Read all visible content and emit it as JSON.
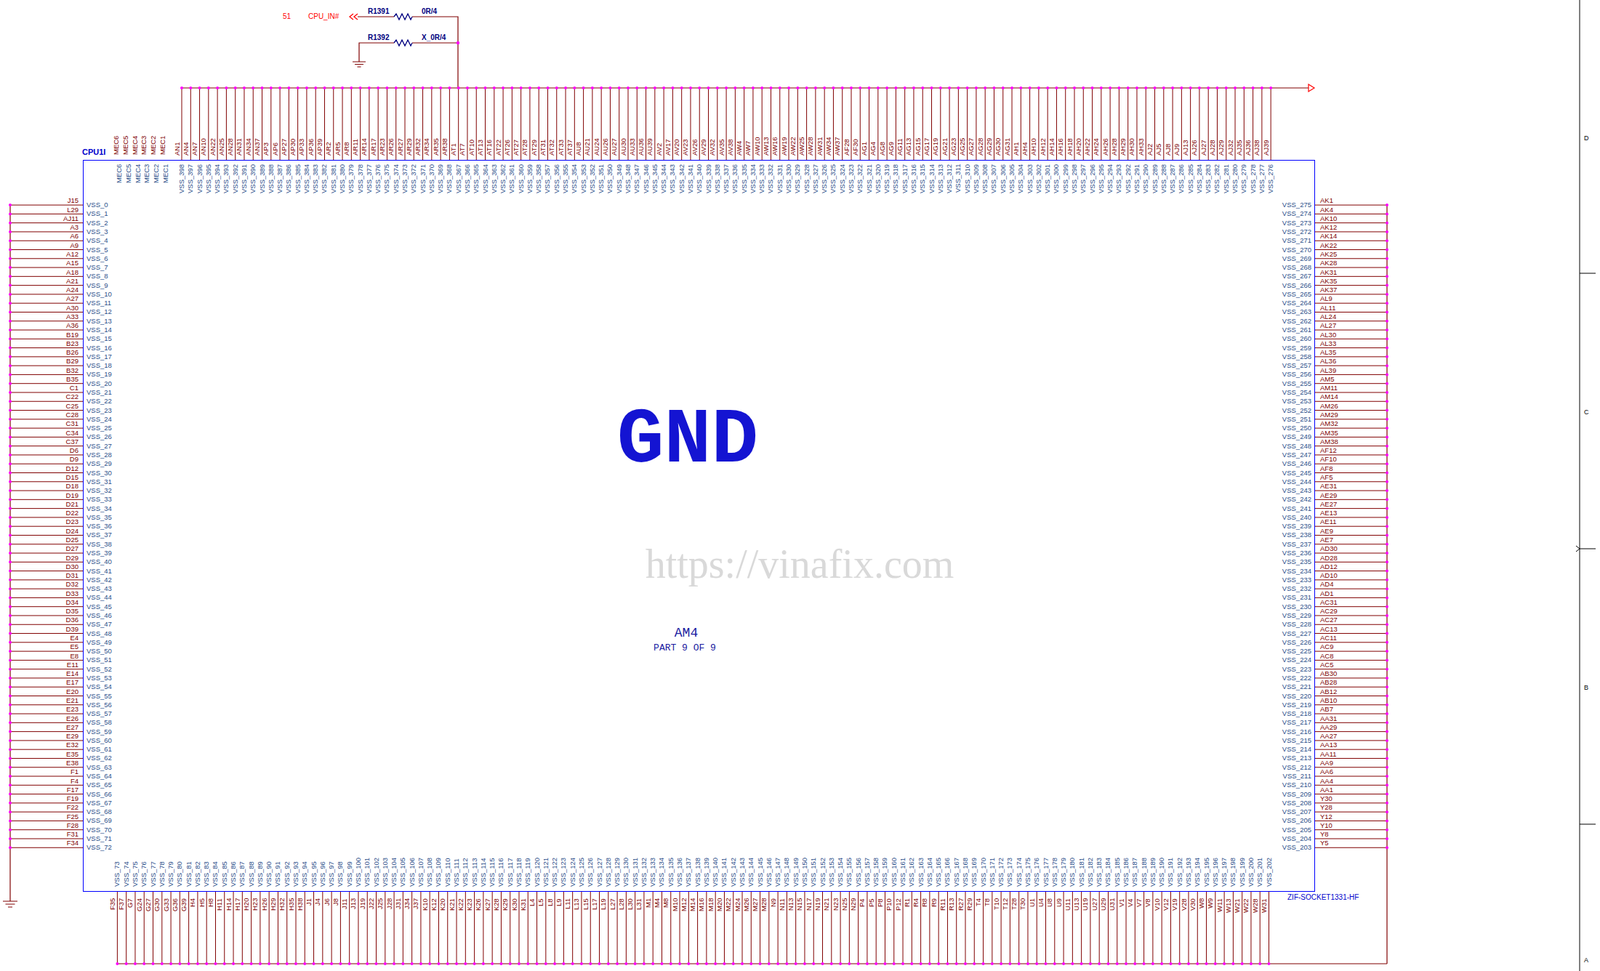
{
  "diagram": {
    "nodes": [
      {
        "text": [
          "CPU1I",
          "GND",
          "AM4",
          "PART 9 OF 9"
        ]
      }
    ],
    "labels": [
      "51",
      "CPU_IN#",
      "R1391",
      "0R/4",
      "R1392",
      "X_0R/4",
      "https://vinafix.com",
      "ZIF-SOCKET1331-HF",
      "D",
      "C",
      "B",
      "A",
      "MEC6",
      "MEC5",
      "MEC4",
      "MEC3",
      "MEC2",
      "MEC1",
      "AN1",
      "AN4",
      "AN7",
      "AN10",
      "AN22",
      "AN25",
      "AN28",
      "AN31",
      "AN34",
      "AN37",
      "AP3",
      "AP6",
      "AP27",
      "AP30",
      "AP33",
      "AP36",
      "AP39",
      "AR2",
      "AR5",
      "AR8",
      "AR11",
      "AR14",
      "AR17",
      "AR23",
      "AR26",
      "AR27",
      "AR29",
      "AR32",
      "AR34",
      "AR35",
      "AR38",
      "AT1",
      "AT7",
      "AT10",
      "AT13",
      "AT16",
      "AT22",
      "AT26",
      "AT27",
      "AT28",
      "AT29",
      "AT31",
      "AT32",
      "AT33",
      "AT37",
      "AU8",
      "AU21",
      "AU24",
      "AU26",
      "AU27",
      "AU30",
      "AU33",
      "AU36",
      "AU39",
      "AV2",
      "AV17",
      "AV20",
      "AV23",
      "AV26",
      "AV29",
      "AV32",
      "AV35",
      "AV38",
      "AW4",
      "AW7",
      "AW10",
      "AW13",
      "AW16",
      "AW19",
      "AW22",
      "AW25",
      "AW28",
      "AW31",
      "AW34",
      "AW37",
      "AF28",
      "AF30",
      "AG1",
      "AG4",
      "AG8",
      "AG9",
      "AG11",
      "AG13",
      "AG15",
      "AG17",
      "AG19",
      "AG21",
      "AG23",
      "AG25",
      "AG27",
      "AG28",
      "AG29",
      "AG30",
      "AG31",
      "AH1",
      "AH4",
      "AH10",
      "AH12",
      "AH14",
      "AH16",
      "AH18",
      "AH20",
      "AH22",
      "AH24",
      "AH26",
      "AH28",
      "AH29",
      "AH30",
      "AH33",
      "AJ2",
      "AJ5",
      "AJ8",
      "AJ9",
      "AJ13",
      "AJ26",
      "AJ27",
      "AJ28",
      "AJ29",
      "AJ32",
      "AJ35",
      "AJ36",
      "AJ38",
      "AJ39",
      "MEC6",
      "MEC5",
      "MEC4",
      "MEC3",
      "MEC2",
      "MEC1",
      "VSS_398",
      "VSS_397",
      "VSS_396",
      "VSS_395",
      "VSS_394",
      "VSS_393",
      "VSS_392",
      "VSS_391",
      "VSS_390",
      "VSS_389",
      "VSS_388",
      "VSS_387",
      "VSS_386",
      "VSS_385",
      "VSS_384",
      "VSS_383",
      "VSS_382",
      "VSS_381",
      "VSS_380",
      "VSS_379",
      "VSS_378",
      "VSS_377",
      "VSS_376",
      "VSS_375",
      "VSS_374",
      "VSS_373",
      "VSS_372",
      "VSS_371",
      "VSS_370",
      "VSS_369",
      "VSS_368",
      "VSS_367",
      "VSS_366",
      "VSS_365",
      "VSS_364",
      "VSS_363",
      "VSS_362",
      "VSS_361",
      "VSS_360",
      "VSS_359",
      "VSS_358",
      "VSS_357",
      "VSS_356",
      "VSS_355",
      "VSS_354",
      "VSS_353",
      "VSS_352",
      "VSS_351",
      "VSS_350",
      "VSS_349",
      "VSS_348",
      "VSS_347",
      "VSS_346",
      "VSS_345",
      "VSS_344",
      "VSS_343",
      "VSS_342",
      "VSS_341",
      "VSS_340",
      "VSS_339",
      "VSS_338",
      "VSS_337",
      "VSS_336",
      "VSS_335",
      "VSS_334",
      "VSS_333",
      "VSS_332",
      "VSS_331",
      "VSS_330",
      "VSS_329",
      "VSS_328",
      "VSS_327",
      "VSS_326",
      "VSS_325",
      "VSS_324",
      "VSS_323",
      "VSS_322",
      "VSS_321",
      "VSS_320",
      "VSS_319",
      "VSS_318",
      "VSS_317",
      "VSS_316",
      "VSS_315",
      "VSS_314",
      "VSS_313",
      "VSS_312",
      "VSS_311",
      "VSS_310",
      "VSS_309",
      "VSS_308",
      "VSS_307",
      "VSS_306",
      "VSS_305",
      "VSS_304",
      "VSS_303",
      "VSS_302",
      "VSS_301",
      "VSS_300",
      "VSS_299",
      "VSS_298",
      "VSS_297",
      "VSS_296",
      "VSS_295",
      "VSS_294",
      "VSS_293",
      "VSS_292",
      "VSS_291",
      "VSS_290",
      "VSS_289",
      "VSS_288",
      "VSS_287",
      "VSS_286",
      "VSS_285",
      "VSS_284",
      "VSS_283",
      "VSS_282",
      "VSS_281",
      "VSS_280",
      "VSS_279",
      "VSS_278",
      "VSS_277",
      "VSS_276",
      "J15",
      "L29",
      "AJ11",
      "A3",
      "A6",
      "A9",
      "A12",
      "A15",
      "A18",
      "A21",
      "A24",
      "A27",
      "A30",
      "A33",
      "A36",
      "B19",
      "B23",
      "B26",
      "B29",
      "B32",
      "B35",
      "C1",
      "C22",
      "C25",
      "C28",
      "C31",
      "C34",
      "C37",
      "D6",
      "D9",
      "D12",
      "D15",
      "D18",
      "D19",
      "D21",
      "D22",
      "D23",
      "D24",
      "D25",
      "D27",
      "D29",
      "D30",
      "D31",
      "D32",
      "D33",
      "D34",
      "D35",
      "D36",
      "D39",
      "E4",
      "E5",
      "E8",
      "E11",
      "E14",
      "E17",
      "E20",
      "E21",
      "E23",
      "E26",
      "E27",
      "E29",
      "E32",
      "E35",
      "E38",
      "F1",
      "F4",
      "F17",
      "F19",
      "F22",
      "F25",
      "F28",
      "F31",
      "F34",
      "VSS_0",
      "VSS_1",
      "VSS_2",
      "VSS_3",
      "VSS_4",
      "VSS_5",
      "VSS_6",
      "VSS_7",
      "VSS_8",
      "VSS_9",
      "VSS_10",
      "VSS_11",
      "VSS_12",
      "VSS_13",
      "VSS_14",
      "VSS_15",
      "VSS_16",
      "VSS_17",
      "VSS_18",
      "VSS_19",
      "VSS_20",
      "VSS_21",
      "VSS_22",
      "VSS_23",
      "VSS_24",
      "VSS_25",
      "VSS_26",
      "VSS_27",
      "VSS_28",
      "VSS_29",
      "VSS_30",
      "VSS_31",
      "VSS_32",
      "VSS_33",
      "VSS_34",
      "VSS_35",
      "VSS_36",
      "VSS_37",
      "VSS_38",
      "VSS_39",
      "VSS_40",
      "VSS_41",
      "VSS_42",
      "VSS_43",
      "VSS_44",
      "VSS_45",
      "VSS_46",
      "VSS_47",
      "VSS_48",
      "VSS_49",
      "VSS_50",
      "VSS_51",
      "VSS_52",
      "VSS_53",
      "VSS_54",
      "VSS_55",
      "VSS_56",
      "VSS_57",
      "VSS_58",
      "VSS_59",
      "VSS_60",
      "VSS_61",
      "VSS_62",
      "VSS_63",
      "VSS_64",
      "VSS_65",
      "VSS_66",
      "VSS_67",
      "VSS_68",
      "VSS_69",
      "VSS_70",
      "VSS_71",
      "VSS_72",
      "AK1",
      "AK4",
      "AK10",
      "AK12",
      "AK14",
      "AK22",
      "AK25",
      "AK28",
      "AK31",
      "AK35",
      "AK37",
      "AL9",
      "AL11",
      "AL24",
      "AL27",
      "AL30",
      "AL33",
      "AL35",
      "AL36",
      "AL39",
      "AM5",
      "AM11",
      "AM14",
      "AM26",
      "AM29",
      "AM32",
      "AM35",
      "AM38",
      "AF12",
      "AF10",
      "AF8",
      "AF5",
      "AE31",
      "AE29",
      "AE27",
      "AE13",
      "AE11",
      "AE9",
      "AE7",
      "AD30",
      "AD28",
      "AD12",
      "AD10",
      "AD4",
      "AD1",
      "AC31",
      "AC29",
      "AC27",
      "AC13",
      "AC11",
      "AC9",
      "AC8",
      "AC5",
      "AB30",
      "AB28",
      "AB12",
      "AB10",
      "AB7",
      "AA31",
      "AA29",
      "AA27",
      "AA13",
      "AA11",
      "AA9",
      "AA6",
      "AA4",
      "AA1",
      "Y30",
      "Y28",
      "Y12",
      "Y10",
      "Y8",
      "Y5",
      "VSS_275",
      "VSS_274",
      "VSS_273",
      "VSS_272",
      "VSS_271",
      "VSS_270",
      "VSS_269",
      "VSS_268",
      "VSS_267",
      "VSS_266",
      "VSS_265",
      "VSS_264",
      "VSS_263",
      "VSS_262",
      "VSS_261",
      "VSS_260",
      "VSS_259",
      "VSS_258",
      "VSS_257",
      "VSS_256",
      "VSS_255",
      "VSS_254",
      "VSS_253",
      "VSS_252",
      "VSS_251",
      "VSS_250",
      "VSS_249",
      "VSS_248",
      "VSS_247",
      "VSS_246",
      "VSS_245",
      "VSS_244",
      "VSS_243",
      "VSS_242",
      "VSS_241",
      "VSS_240",
      "VSS_239",
      "VSS_238",
      "VSS_237",
      "VSS_236",
      "VSS_235",
      "VSS_234",
      "VSS_233",
      "VSS_232",
      "VSS_231",
      "VSS_230",
      "VSS_229",
      "VSS_228",
      "VSS_227",
      "VSS_226",
      "VSS_225",
      "VSS_224",
      "VSS_223",
      "VSS_222",
      "VSS_221",
      "VSS_220",
      "VSS_219",
      "VSS_218",
      "VSS_217",
      "VSS_216",
      "VSS_215",
      "VSS_214",
      "VSS_213",
      "VSS_212",
      "VSS_211",
      "VSS_210",
      "VSS_209",
      "VSS_208",
      "VSS_207",
      "VSS_206",
      "VSS_205",
      "VSS_204",
      "VSS_203",
      "VSS_73",
      "VSS_74",
      "VSS_75",
      "VSS_76",
      "VSS_77",
      "VSS_78",
      "VSS_79",
      "VSS_80",
      "VSS_81",
      "VSS_82",
      "VSS_83",
      "VSS_84",
      "VSS_85",
      "VSS_86",
      "VSS_87",
      "VSS_88",
      "VSS_89",
      "VSS_90",
      "VSS_91",
      "VSS_92",
      "VSS_93",
      "VSS_94",
      "VSS_95",
      "VSS_96",
      "VSS_97",
      "VSS_98",
      "VSS_99",
      "VSS_100",
      "VSS_101",
      "VSS_102",
      "VSS_103",
      "VSS_104",
      "VSS_105",
      "VSS_106",
      "VSS_107",
      "VSS_108",
      "VSS_109",
      "VSS_110",
      "VSS_111",
      "VSS_112",
      "VSS_113",
      "VSS_114",
      "VSS_115",
      "VSS_116",
      "VSS_117",
      "VSS_118",
      "VSS_119",
      "VSS_120",
      "VSS_121",
      "VSS_122",
      "VSS_123",
      "VSS_124",
      "VSS_125",
      "VSS_126",
      "VSS_127",
      "VSS_128",
      "VSS_129",
      "VSS_130",
      "VSS_131",
      "VSS_132",
      "VSS_133",
      "VSS_134",
      "VSS_135",
      "VSS_136",
      "VSS_137",
      "VSS_138",
      "VSS_139",
      "VSS_140",
      "VSS_141",
      "VSS_142",
      "VSS_143",
      "VSS_144",
      "VSS_145",
      "VSS_146",
      "VSS_147",
      "VSS_148",
      "VSS_149",
      "VSS_150",
      "VSS_151",
      "VSS_152",
      "VSS_153",
      "VSS_154",
      "VSS_155",
      "VSS_156",
      "VSS_157",
      "VSS_158",
      "VSS_159",
      "VSS_160",
      "VSS_161",
      "VSS_162",
      "VSS_163",
      "VSS_164",
      "VSS_165",
      "VSS_166",
      "VSS_167",
      "VSS_168",
      "VSS_169",
      "VSS_170",
      "VSS_171",
      "VSS_172",
      "VSS_173",
      "VSS_174",
      "VSS_175",
      "VSS_176",
      "VSS_177",
      "VSS_178",
      "VSS_179",
      "VSS_180",
      "VSS_181",
      "VSS_182",
      "VSS_183",
      "VSS_184",
      "VSS_185",
      "VSS_186",
      "VSS_187",
      "VSS_188",
      "VSS_189",
      "VSS_190",
      "VSS_191",
      "VSS_192",
      "VSS_193",
      "VSS_194",
      "VSS_195",
      "VSS_196",
      "VSS_197",
      "VSS_198",
      "VSS_199",
      "VSS_200",
      "VSS_201",
      "VSS_202",
      "F35",
      "F37",
      "G7",
      "G24",
      "G27",
      "G30",
      "G33",
      "G36",
      "G39",
      "H4",
      "H5",
      "H8",
      "H11",
      "H14",
      "H17",
      "H20",
      "H23",
      "H26",
      "H29",
      "H32",
      "H35",
      "H38",
      "J1",
      "J4",
      "J6",
      "J8",
      "J11",
      "J13",
      "J19",
      "J22",
      "J25",
      "J28",
      "J31",
      "J34",
      "J37",
      "K10",
      "K12",
      "K20",
      "K21",
      "K22",
      "K23",
      "K26",
      "K27",
      "K28",
      "K29",
      "K30",
      "K31",
      "L4",
      "L5",
      "L8",
      "L9",
      "L11",
      "L13",
      "L15",
      "L17",
      "L19",
      "L27",
      "L28",
      "L30",
      "L31",
      "M1",
      "M4",
      "M8",
      "M10",
      "M12",
      "M14",
      "M16",
      "M18",
      "M20",
      "M22",
      "M24",
      "M26",
      "M27",
      "M28",
      "N9",
      "N11",
      "N13",
      "N15",
      "N17",
      "N19",
      "N21",
      "N23",
      "N25",
      "N29",
      "P4",
      "P5",
      "P8",
      "P10",
      "P12",
      "R1",
      "R4",
      "R8",
      "R9",
      "R11",
      "R13",
      "R27",
      "R29",
      "T4",
      "T8",
      "T10",
      "T12",
      "T28",
      "T30",
      "U1",
      "U4",
      "U8",
      "U9",
      "U11",
      "U13",
      "U19",
      "U27",
      "U29",
      "U31",
      "V1",
      "V4",
      "V7",
      "V8",
      "V10",
      "V12",
      "V19",
      "V28",
      "V30",
      "W8",
      "W9",
      "W11",
      "W13",
      "W21",
      "W22",
      "W28",
      "W31"
    ]
  }
}
